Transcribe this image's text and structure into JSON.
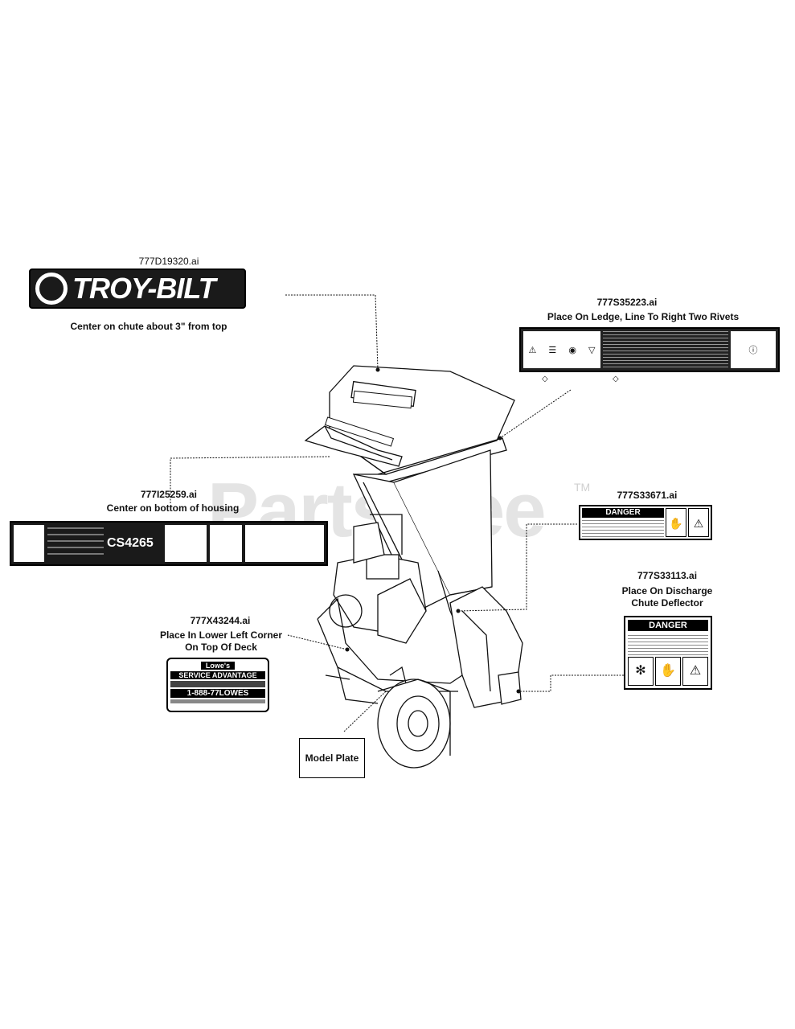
{
  "watermark": {
    "text": "PartsTree",
    "tm": "TM"
  },
  "decals": {
    "troy_bilt": {
      "file": "777D19320.ai",
      "logo_text": "TROY-BILT",
      "instruction": "Center on chute about 3\" from top"
    },
    "ledge": {
      "file": "777S35223.ai",
      "instruction": "Place On Ledge, Line To Right Two Rivets"
    },
    "housing": {
      "file": "777I25259.ai",
      "instruction": "Center on bottom of housing",
      "model": "CS4265"
    },
    "danger_small": {
      "file": "777S33671.ai",
      "head": "DANGER"
    },
    "discharge": {
      "file": "777S33113.ai",
      "instruction_line1": "Place On Discharge",
      "instruction_line2": "Chute Deflector",
      "head": "DANGER"
    },
    "lowes": {
      "file": "777X43244.ai",
      "instruction_line1": "Place In Lower Left Corner",
      "instruction_line2": "On Top Of Deck",
      "brand": "Lowe's",
      "title": "SERVICE ADVANTAGE",
      "phone": "1-888-77LOWES"
    },
    "model_plate": {
      "label": "Model Plate"
    }
  }
}
